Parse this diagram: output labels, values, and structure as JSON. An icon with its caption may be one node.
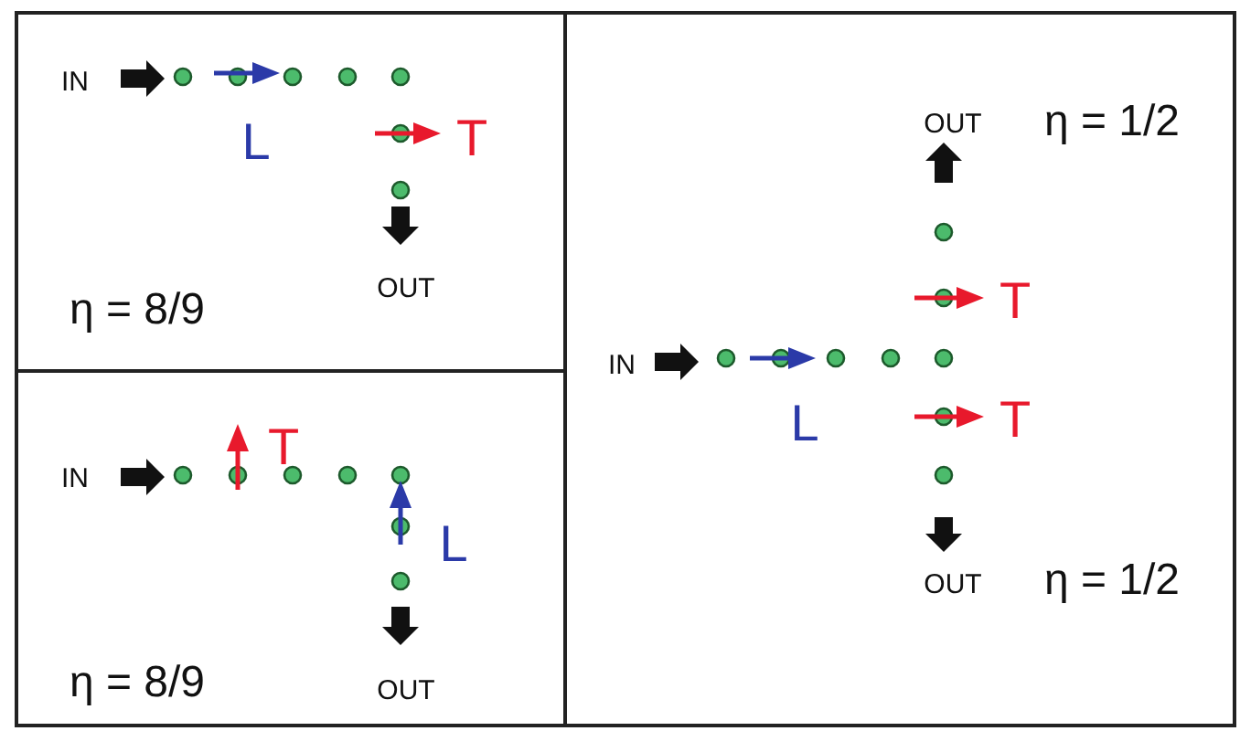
{
  "diagram": {
    "nodes": [
      {
        "text": [
          "IN",
          "L",
          "T",
          "OUT",
          "η = 8/9"
        ]
      },
      {
        "text": [
          "OUT",
          "η = 1/2",
          "T",
          "IN",
          "T",
          "L",
          "OUT",
          "η = 1/2"
        ]
      },
      {
        "text": [
          "T",
          "IN",
          "L",
          "η = 8/9",
          "OUT"
        ]
      }
    ]
  }
}
